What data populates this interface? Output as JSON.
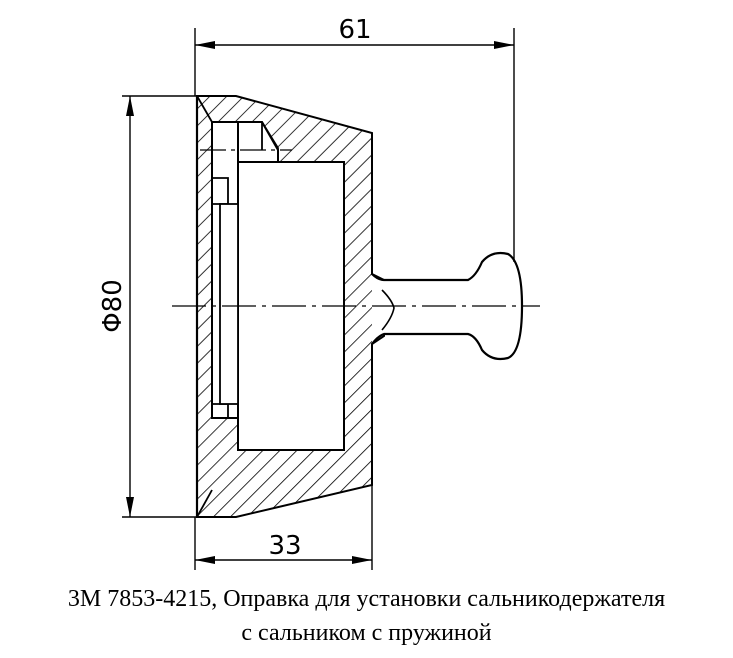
{
  "dimensions": {
    "overall_length": "61",
    "diameter": "Φ80",
    "body_length": "33"
  },
  "caption": {
    "line1": "3М 7853-4215, Оправка для установки сальникодержателя",
    "line2": "с сальником с пружиной"
  }
}
